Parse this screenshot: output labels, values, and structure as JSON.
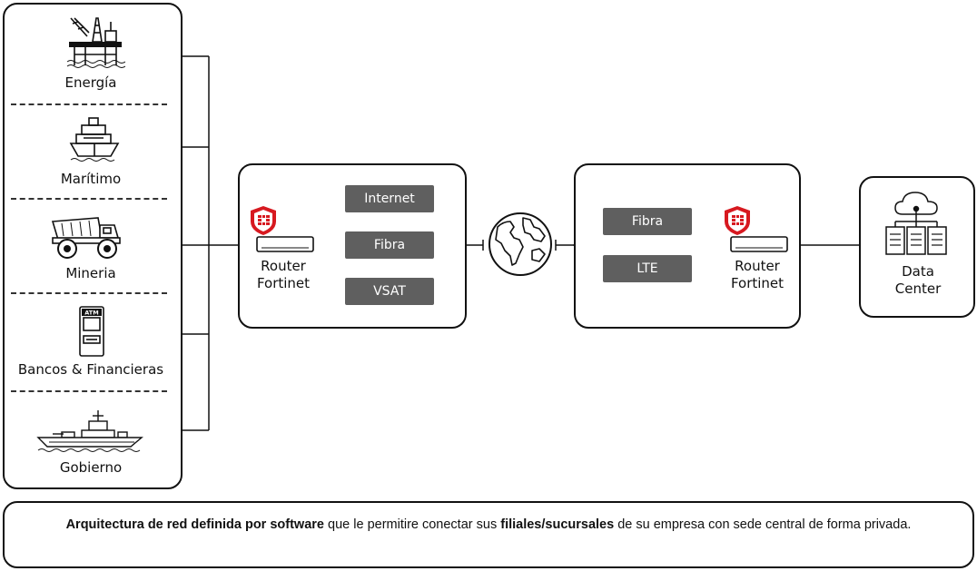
{
  "sectors": [
    {
      "label": "Energía",
      "icon": "oil-rig-icon"
    },
    {
      "label": "Marítimo",
      "icon": "ship-icon"
    },
    {
      "label": "Mineria",
      "icon": "mining-truck-icon"
    },
    {
      "label": "Bancos & Financieras",
      "icon": "atm-icon"
    },
    {
      "label": "Gobierno",
      "icon": "warship-icon"
    }
  ],
  "left_router": {
    "label_line1": "Router",
    "label_line2": "Fortinet",
    "links": [
      "Internet",
      "Fibra",
      "VSAT"
    ]
  },
  "internet_icon": "globe-icon",
  "right_router": {
    "label_line1": "Router",
    "label_line2": "Fortinet",
    "links": [
      "Fibra",
      "LTE"
    ]
  },
  "datacenter": {
    "label_line1": "Data",
    "label_line2": "Center",
    "icon": "cloud-server-icon"
  },
  "colors": {
    "fortinet_red": "#d71920",
    "pill_gray": "#5f5f5f",
    "line": "#111111"
  },
  "footer": {
    "bold1": "Arquitectura de red definida por software",
    "text1": " que le permitire conectar sus ",
    "bold2": "filiales/sucursales",
    "text2": " de su empresa con sede central de forma privada."
  }
}
